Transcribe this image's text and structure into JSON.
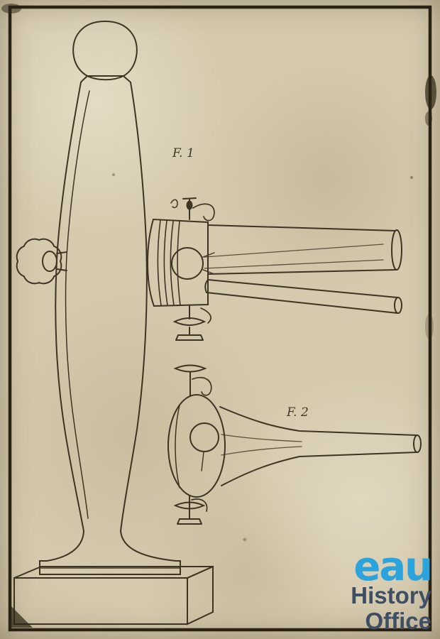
{
  "figure": {
    "label_f1": "F. 1",
    "label_f2": "F. 2"
  },
  "watermark": {
    "logo_text": "eau",
    "line1": "History",
    "line2": "Office",
    "logo_color": "#2ba3dc",
    "text_color": "#3e4e63"
  },
  "colors": {
    "paper": "#d5caae",
    "ink": "#352c1c",
    "frame": "#2a2214"
  }
}
